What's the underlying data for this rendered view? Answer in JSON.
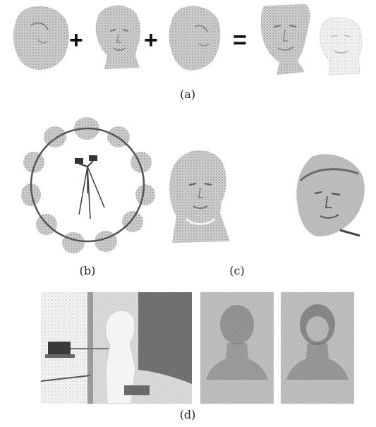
{
  "figure": {
    "captions": {
      "a": "(a)",
      "b": "(b)",
      "c": "(c)",
      "d": "(d)"
    },
    "operators": {
      "plus_1": "+",
      "plus_2": "+",
      "equals": "="
    }
  }
}
